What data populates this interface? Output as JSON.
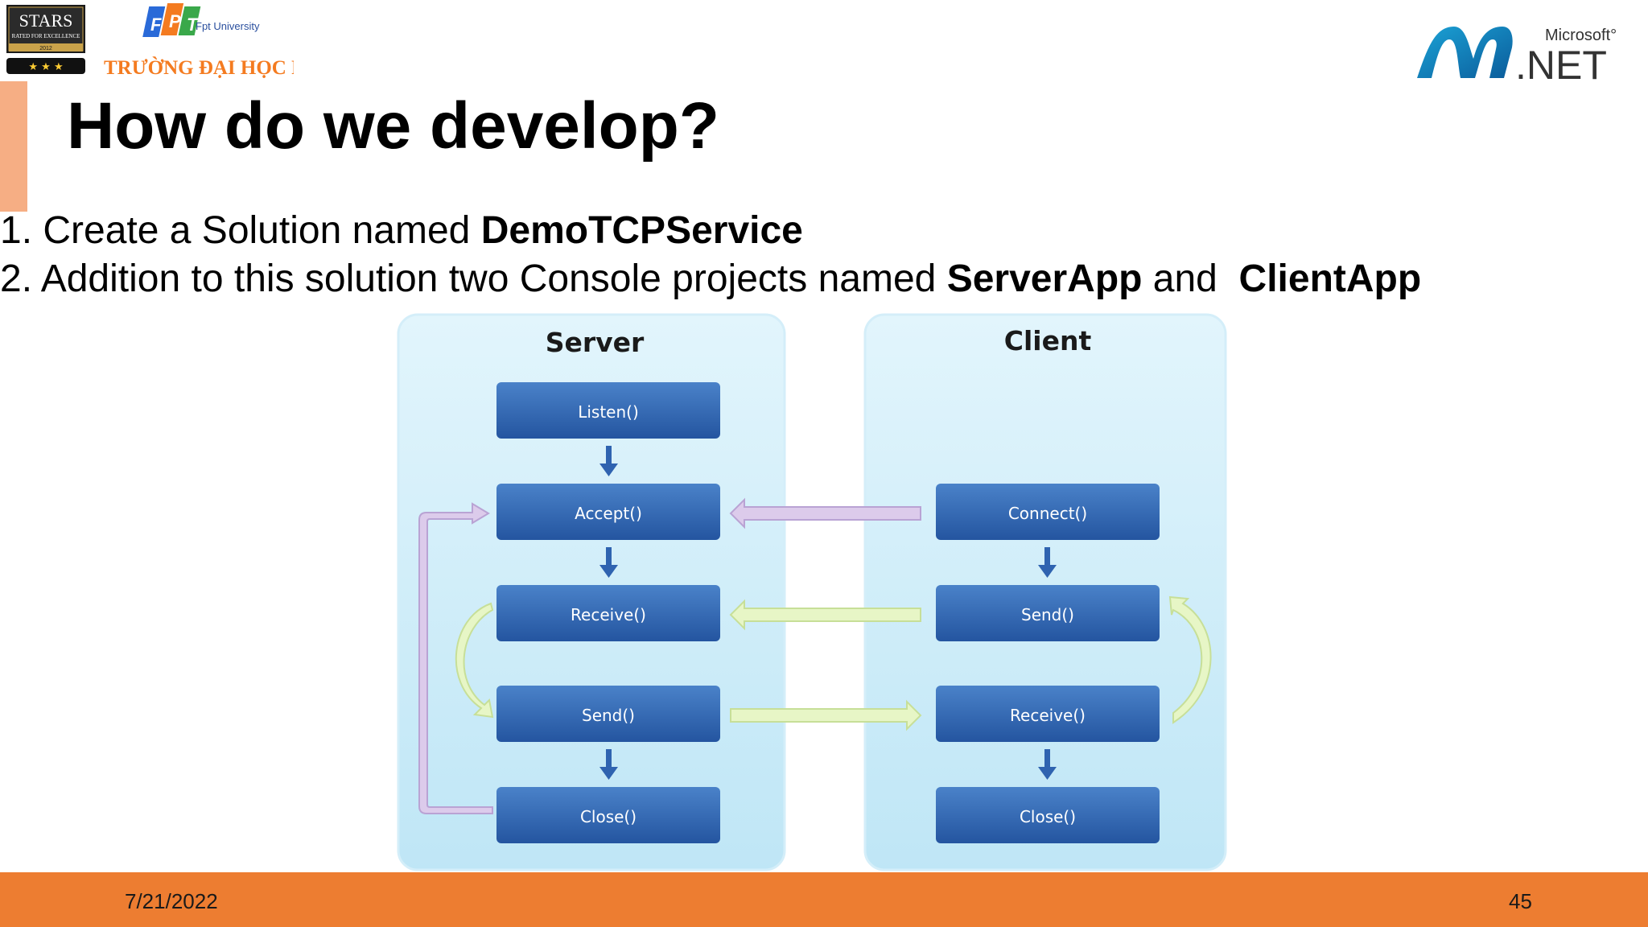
{
  "header": {
    "stars_logo": {
      "brand": "STARS",
      "subtitle": "RATED FOR EXCELLENCE",
      "year": "2012",
      "rating": "★ ★ ★"
    },
    "fpt_logo": {
      "letters": [
        "F",
        "P",
        "T"
      ],
      "tagline": "Fpt University",
      "name": "TRƯỜNG ĐẠI HỌC FPT"
    },
    "dotnet_logo": {
      "brand": "Microsoft°",
      "product": ".NET"
    }
  },
  "slide": {
    "title": "How do we develop?",
    "line1": {
      "text": "1. Create a Solution named ",
      "bold": "DemoTCPService"
    },
    "line2": {
      "text": "2. Addition to this solution two Console projects named ",
      "bold1": "ServerApp",
      "mid": " and  ",
      "bold2": "ClientApp"
    }
  },
  "diagram": {
    "server_title": "Server",
    "client_title": "Client",
    "server_steps": [
      "Listen()",
      "Accept()",
      "Receive()",
      "Send()",
      "Close()"
    ],
    "client_steps": [
      "Connect()",
      "Send()",
      "Receive()",
      "Close()"
    ],
    "colors": {
      "panel": "#cdeefa",
      "box": "#2f63b0",
      "arrow_purple": "#dccbeb",
      "arrow_green": "#e7f6c6"
    }
  },
  "footer": {
    "date": "7/21/2022",
    "page_number": "45"
  }
}
